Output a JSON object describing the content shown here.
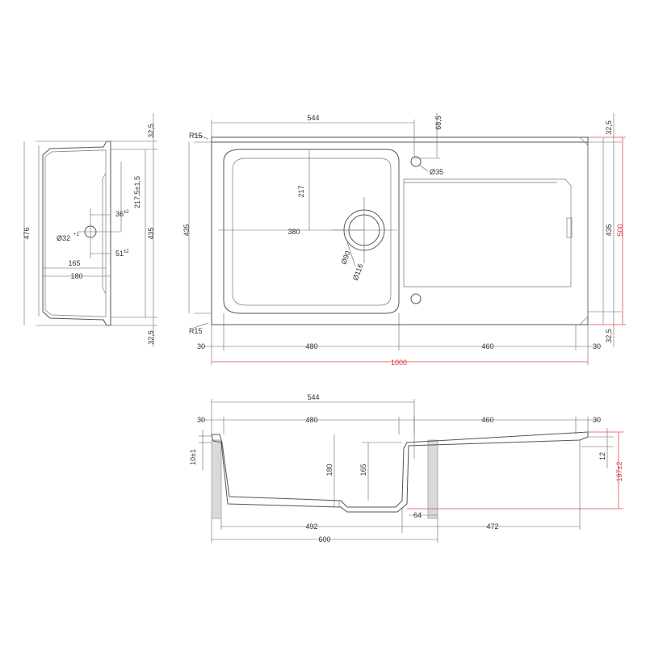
{
  "side_view": {
    "height_total": "476",
    "height_inner": "435",
    "rim_top": "32,5",
    "rim_bottom": "32,5",
    "drain_offset": "217,5±1,5",
    "tap_hole_diameter": "Ø32",
    "tap_hole_tol": "+1",
    "tap_offset_x": "36",
    "tap_offset_x_tol": "±2",
    "tap_offset_y": "51",
    "tap_offset_y_tol": "±2",
    "dim_165": "165",
    "dim_180": "180"
  },
  "top_view": {
    "bowl_width": "544",
    "tap_offset": "68,5",
    "tap_hole": "Ø35",
    "radius_top": "R15",
    "radius_bottom": "R15",
    "drain_y": "217",
    "drain_x": "380",
    "height_left": "435",
    "height_right": "435",
    "height_total": "500",
    "rim_top": "32,5",
    "rim_bottom": "32,5",
    "drain_inner": "Ø90",
    "drain_outer": "Ø116",
    "margin_left": "30",
    "bowl_inner": "480",
    "drainer_width": "460",
    "margin_right": "30",
    "total_width": "1000"
  },
  "section_view": {
    "bowl_width": "544",
    "margin_left": "30",
    "bowl_inner": "480",
    "drainer_width": "460",
    "margin_right": "30",
    "rim_thickness": "10±1",
    "depth_180": "180",
    "depth_165": "165",
    "drainer_depth": "12",
    "total_height": "197±2",
    "gap_64": "64",
    "cabinet_492": "492",
    "cabinet_472": "472",
    "cabinet_600": "600"
  }
}
